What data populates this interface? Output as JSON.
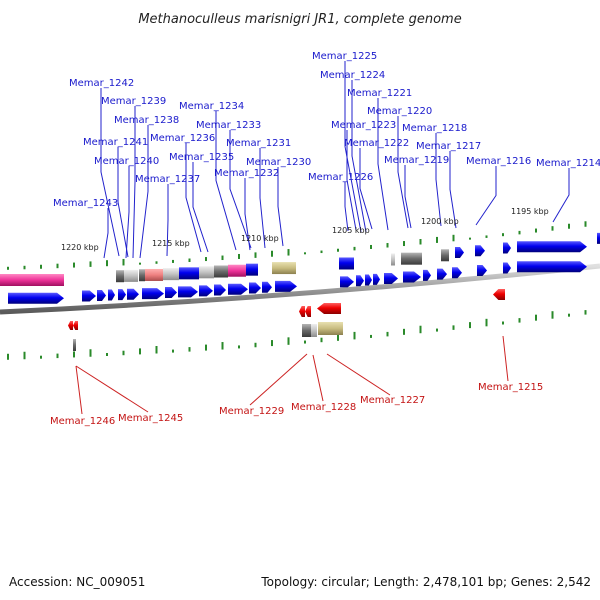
{
  "title": "Methanoculleus marisnigri JR1, complete genome",
  "footer": {
    "accession": "Accession: NC_009051",
    "summary": "Topology: circular; Length: 2,478,101 bp; Genes: 2,542"
  },
  "scale_labels": [
    "1220 kbp",
    "1215 kbp",
    "1210 kbp",
    "1205 kbp",
    "1200 kbp",
    "1195 kbp"
  ],
  "forward_gene_labels": [
    "Memar_1242",
    "Memar_1239",
    "Memar_1238",
    "Memar_1241",
    "Memar_1240",
    "Memar_1237",
    "Memar_1243",
    "Memar_1236",
    "Memar_1235",
    "Memar_1234",
    "Memar_1233",
    "Memar_1232",
    "Memar_1231",
    "Memar_1230",
    "Memar_1225",
    "Memar_1224",
    "Memar_1221",
    "Memar_1220",
    "Memar_1223",
    "Memar_1222",
    "Memar_1218",
    "Memar_1219",
    "Memar_1217",
    "Memar_1226",
    "Memar_1216",
    "Memar_1214"
  ],
  "reverse_gene_labels": [
    "Memar_1246",
    "Memar_1245",
    "Memar_1229",
    "Memar_1228",
    "Memar_1227",
    "Memar_1215"
  ],
  "colors": {
    "forward_gene": "#0000ee",
    "reverse_gene": "#ee0000",
    "backbone": "#999999",
    "gc_tick": "#2a8a2a",
    "rna_feature": "#ee3399",
    "pseudo_feature": "#666666",
    "other_feature": "#c8bc80"
  }
}
